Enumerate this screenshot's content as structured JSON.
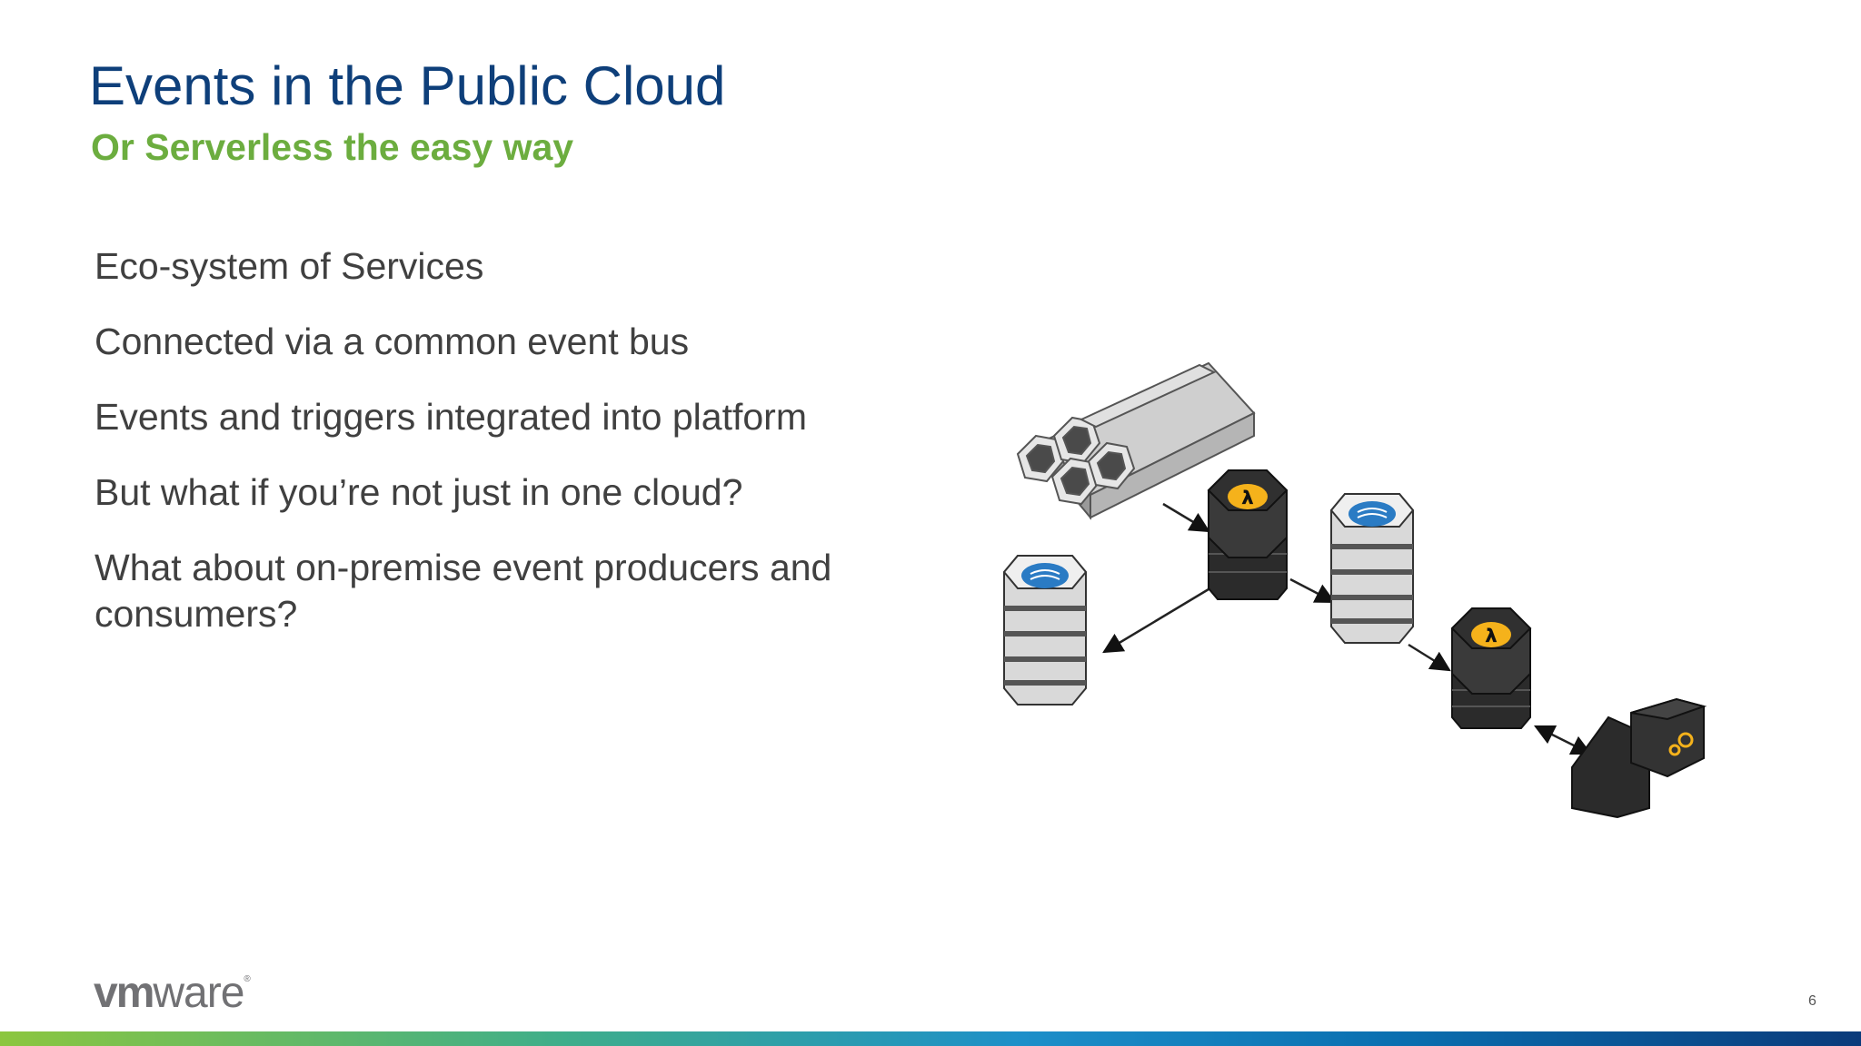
{
  "slide": {
    "title": "Events in the Public Cloud",
    "subtitle": "Or Serverless the easy way",
    "bullets": [
      "Eco-system of Services",
      "Connected via a common event bus",
      "Events and triggers integrated into platform",
      "But what if you’re not just in one cloud?",
      "What about on-premise event producers and consumers?"
    ],
    "page_number": "6"
  },
  "footer": {
    "logo_bold": "vm",
    "logo_rest": "ware",
    "logo_mark": "®"
  },
  "colors": {
    "title": "#0e3f7a",
    "subtitle": "#6cad3f",
    "body_text": "#404040",
    "lambda_badge": "#f5b21b",
    "db_badge": "#2a7bc4",
    "dark_node": "#2b2b2b",
    "light_node": "#d9d9d9"
  },
  "diagram_icons": [
    "kinesis-cluster-icon",
    "lambda-icon",
    "database-icon",
    "database-icon",
    "lambda-icon",
    "api-gateway-icon"
  ]
}
